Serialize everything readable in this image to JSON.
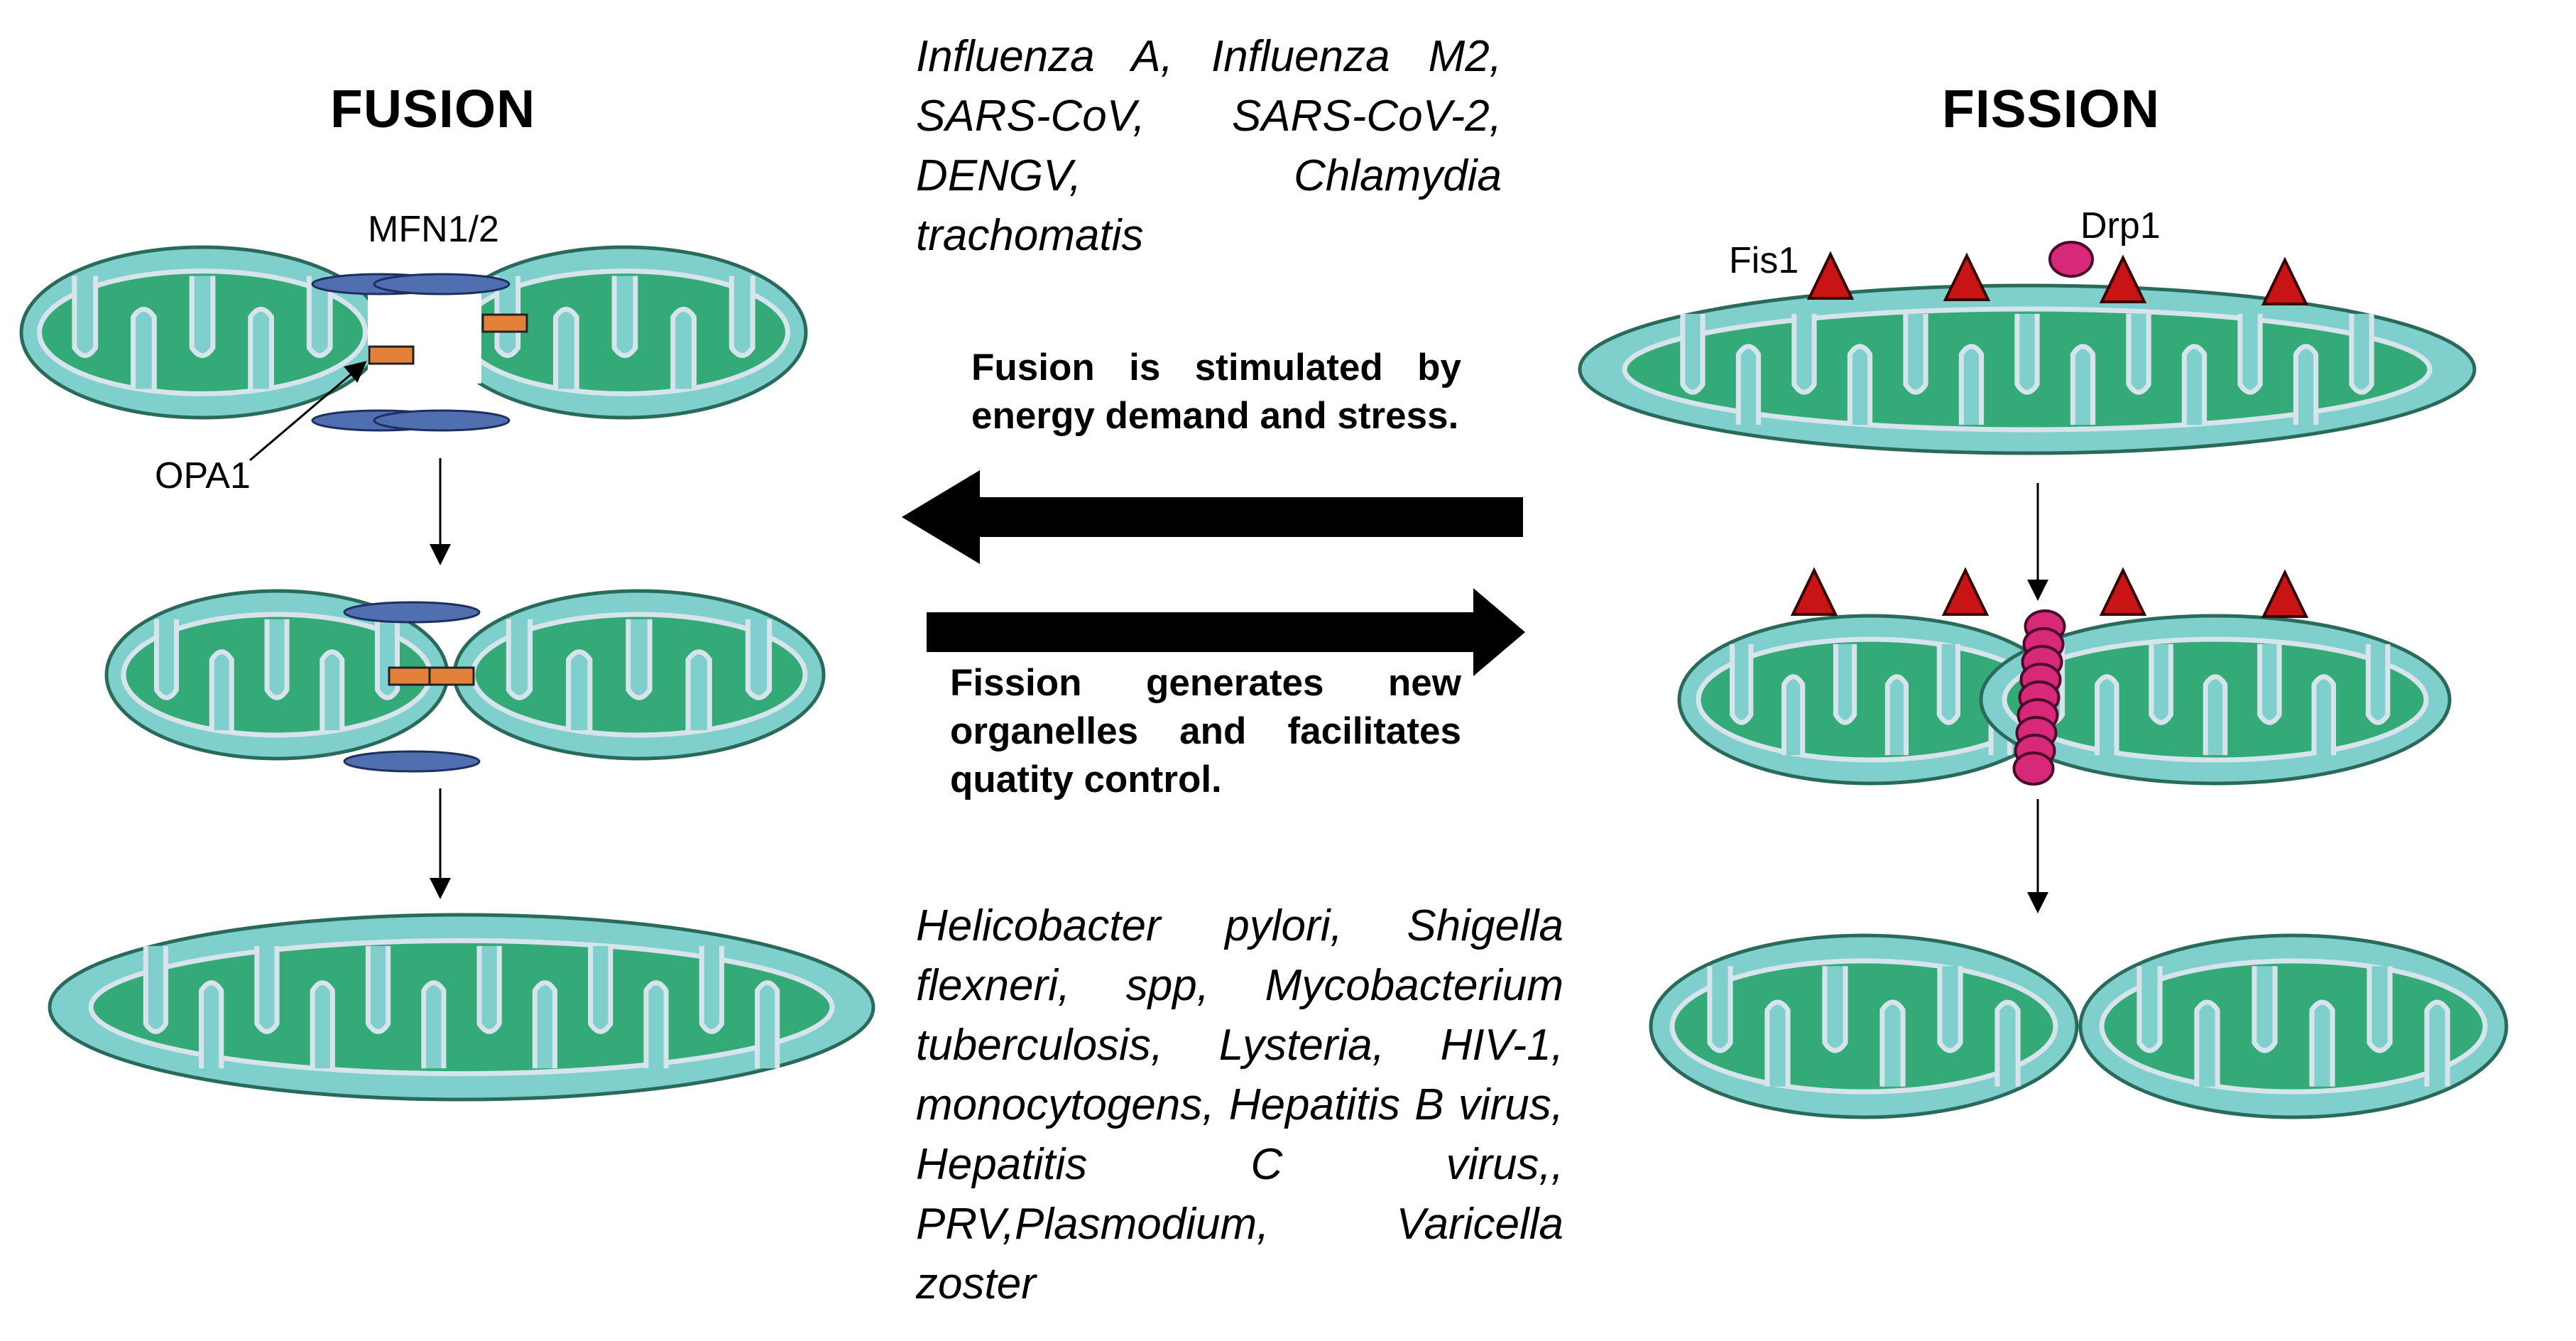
{
  "fusion": {
    "title": "FUSION",
    "label_mfn": "MFN1/2",
    "label_opa": "OPA1"
  },
  "fission": {
    "title": "FISSION",
    "label_fis": "Fis1",
    "label_drp": "Drp1"
  },
  "fusion_pathogens": "Influenza A, Influenza M2, SARS-CoV, SARS-CoV-2, DENGV, Chlamydia trachomatis",
  "fusion_note": "Fusion is stimulated by energy demand and stress.",
  "fission_note": "Fission generates new organelles and facilitates quatity control.",
  "fission_pathogens": "Helicobacter pylori, Shigella flexneri, spp, Mycobacterium tuberculosis, Lysteria, HIV-1, monocytogens, Hepatitis B virus, Hepatitis C virus,, PRV,Plasmodium, Varicella zoster",
  "colors": {
    "outer": "#7fd0cc",
    "outline": "#2a6a5a",
    "matrix": "#33aa77",
    "crista": "#d8e4ec",
    "mfn": "#4f6fb0",
    "opa": "#e3813a",
    "fis": "#c81414",
    "drp": "#d8287a"
  }
}
